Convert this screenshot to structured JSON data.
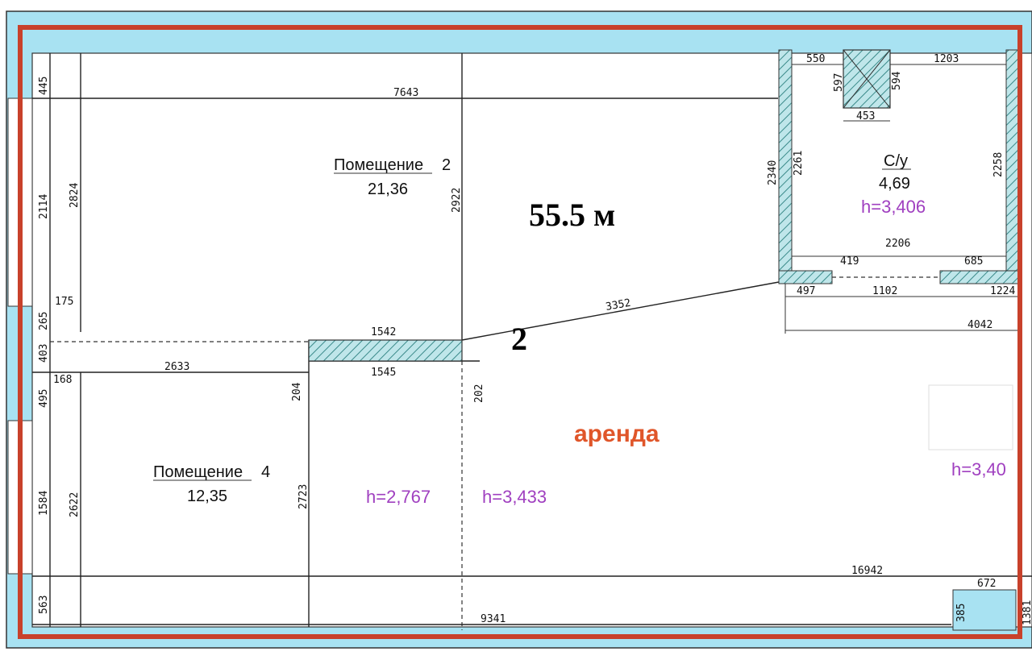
{
  "area_label": "55.5 м",
  "marker": "2",
  "rent_label": "аренда",
  "rooms": {
    "room2": {
      "name": "Помещение",
      "number": "2",
      "area": "21,36"
    },
    "room4": {
      "name": "Помещение",
      "number": "4",
      "area": "12,35"
    },
    "wc": {
      "name": "С/у",
      "area": "4,69"
    }
  },
  "heights": {
    "h_wc": "h=3,406",
    "h_left": "h=2,767",
    "h_mid": "h=3,433",
    "h_right": "h=3,40"
  },
  "dimensions": {
    "d445": "445",
    "d2114": "2114",
    "d2824": "2824",
    "d175": "175",
    "d265": "265",
    "d403": "403",
    "d168": "168",
    "d495": "495",
    "d1584": "1584",
    "d2622": "2622",
    "d563": "563",
    "d7643": "7643",
    "d2922": "2922",
    "d1542": "1542",
    "d1545": "1545",
    "d2633": "2633",
    "d204": "204",
    "d202": "202",
    "d2723": "2723",
    "d3352": "3352",
    "d9341": "9341",
    "d16942": "16942",
    "d550": "550",
    "d1203": "1203",
    "d597": "597",
    "d594": "594",
    "d453": "453",
    "d2340": "2340",
    "d2261": "2261",
    "d2258": "2258",
    "d2206": "2206",
    "d419": "419",
    "d685": "685",
    "d497": "497",
    "d1102": "1102",
    "d1224": "1224",
    "d4042": "4042",
    "d672": "672",
    "d385": "385",
    "d1381": "1381"
  },
  "colors": {
    "frame": "#c8412b",
    "wall_fill": "#a8e2f2",
    "hatch": "#3a8a8a",
    "height_text": "#a040c0",
    "rent_text": "#e0562a"
  }
}
